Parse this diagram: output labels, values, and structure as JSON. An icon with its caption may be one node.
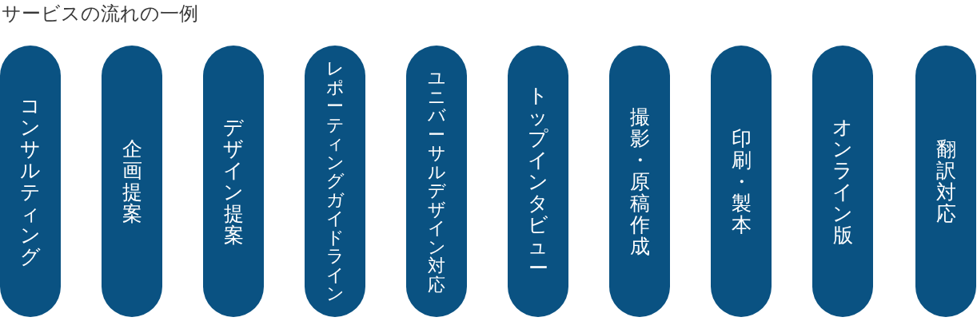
{
  "diagram": {
    "title": "サービスの流れの一例",
    "nodes": [
      {
        "text": [
          "コンサルティング"
        ]
      },
      {
        "text": [
          "企画提案"
        ]
      },
      {
        "text": [
          "デザイン提案"
        ]
      },
      {
        "text": [
          "レポーティングガイドライン"
        ]
      },
      {
        "text": [
          "ユニバーサルデザイン対応"
        ]
      },
      {
        "text": [
          "トップインタビュー"
        ]
      },
      {
        "text": [
          "撮影・原稿作成"
        ]
      },
      {
        "text": [
          "印刷・製本"
        ]
      },
      {
        "text": [
          "オンライン版"
        ]
      },
      {
        "text": [
          "翻訳対応"
        ]
      }
    ]
  }
}
